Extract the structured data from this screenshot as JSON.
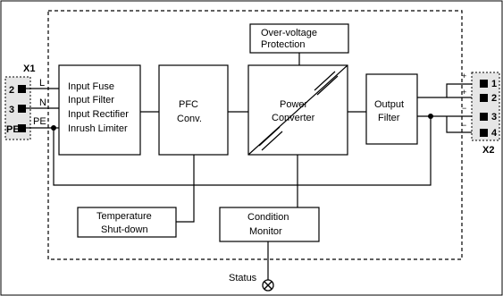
{
  "input_connector": {
    "name": "X1",
    "pins": [
      "2",
      "3",
      "PE"
    ],
    "signals": [
      "L",
      "N",
      "PE"
    ]
  },
  "output_connector": {
    "name": "X2",
    "pins": [
      "1",
      "2",
      "3",
      "4"
    ],
    "polarity": [
      "+",
      "+",
      "−",
      "−"
    ]
  },
  "blocks": {
    "input_filter": [
      "Input Fuse",
      "Input Filter",
      "Input Rectifier",
      "Inrush Limiter"
    ],
    "pfc": [
      "PFC",
      "Conv."
    ],
    "power_converter": [
      "Power",
      "Converter"
    ],
    "output_filter": [
      "Output",
      "Filter"
    ],
    "overvoltage": [
      "Over-voltage",
      "Protection"
    ],
    "temperature": [
      "Temperature",
      "Shut-down"
    ],
    "condition_monitor": [
      "Condition",
      "Monitor"
    ]
  },
  "status_label": "Status"
}
